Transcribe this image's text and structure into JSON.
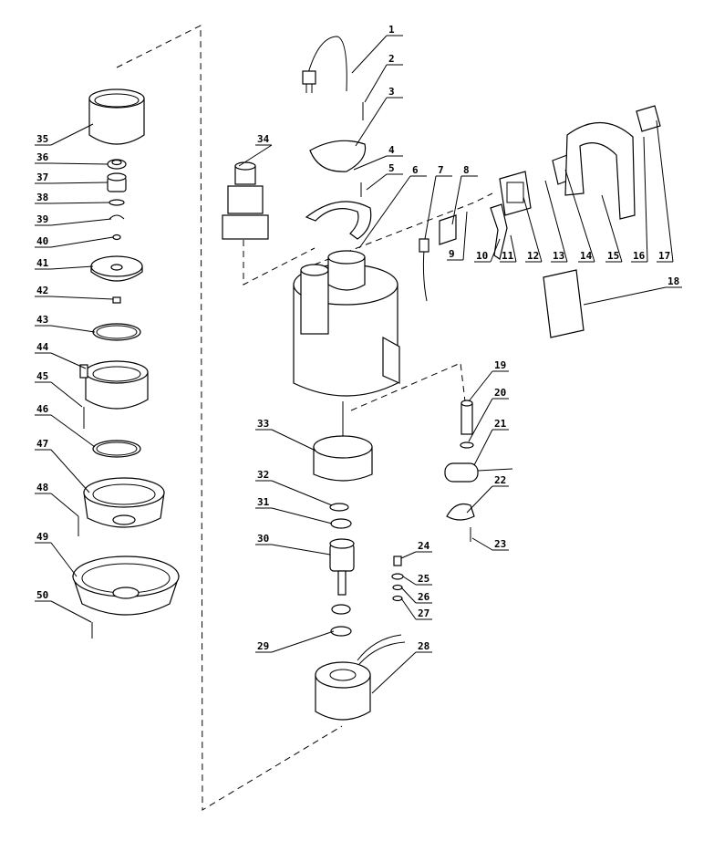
{
  "labels": [
    "1",
    "2",
    "3",
    "4",
    "5",
    "6",
    "7",
    "8",
    "9",
    "10",
    "11",
    "12",
    "13",
    "14",
    "15",
    "16",
    "17",
    "18",
    "19",
    "20",
    "21",
    "22",
    "23",
    "24",
    "25",
    "26",
    "27",
    "28",
    "29",
    "30",
    "31",
    "32",
    "33",
    "34",
    "35",
    "36",
    "37",
    "38",
    "39",
    "40",
    "41",
    "42",
    "43",
    "44",
    "45",
    "46",
    "47",
    "48",
    "49",
    "50"
  ]
}
